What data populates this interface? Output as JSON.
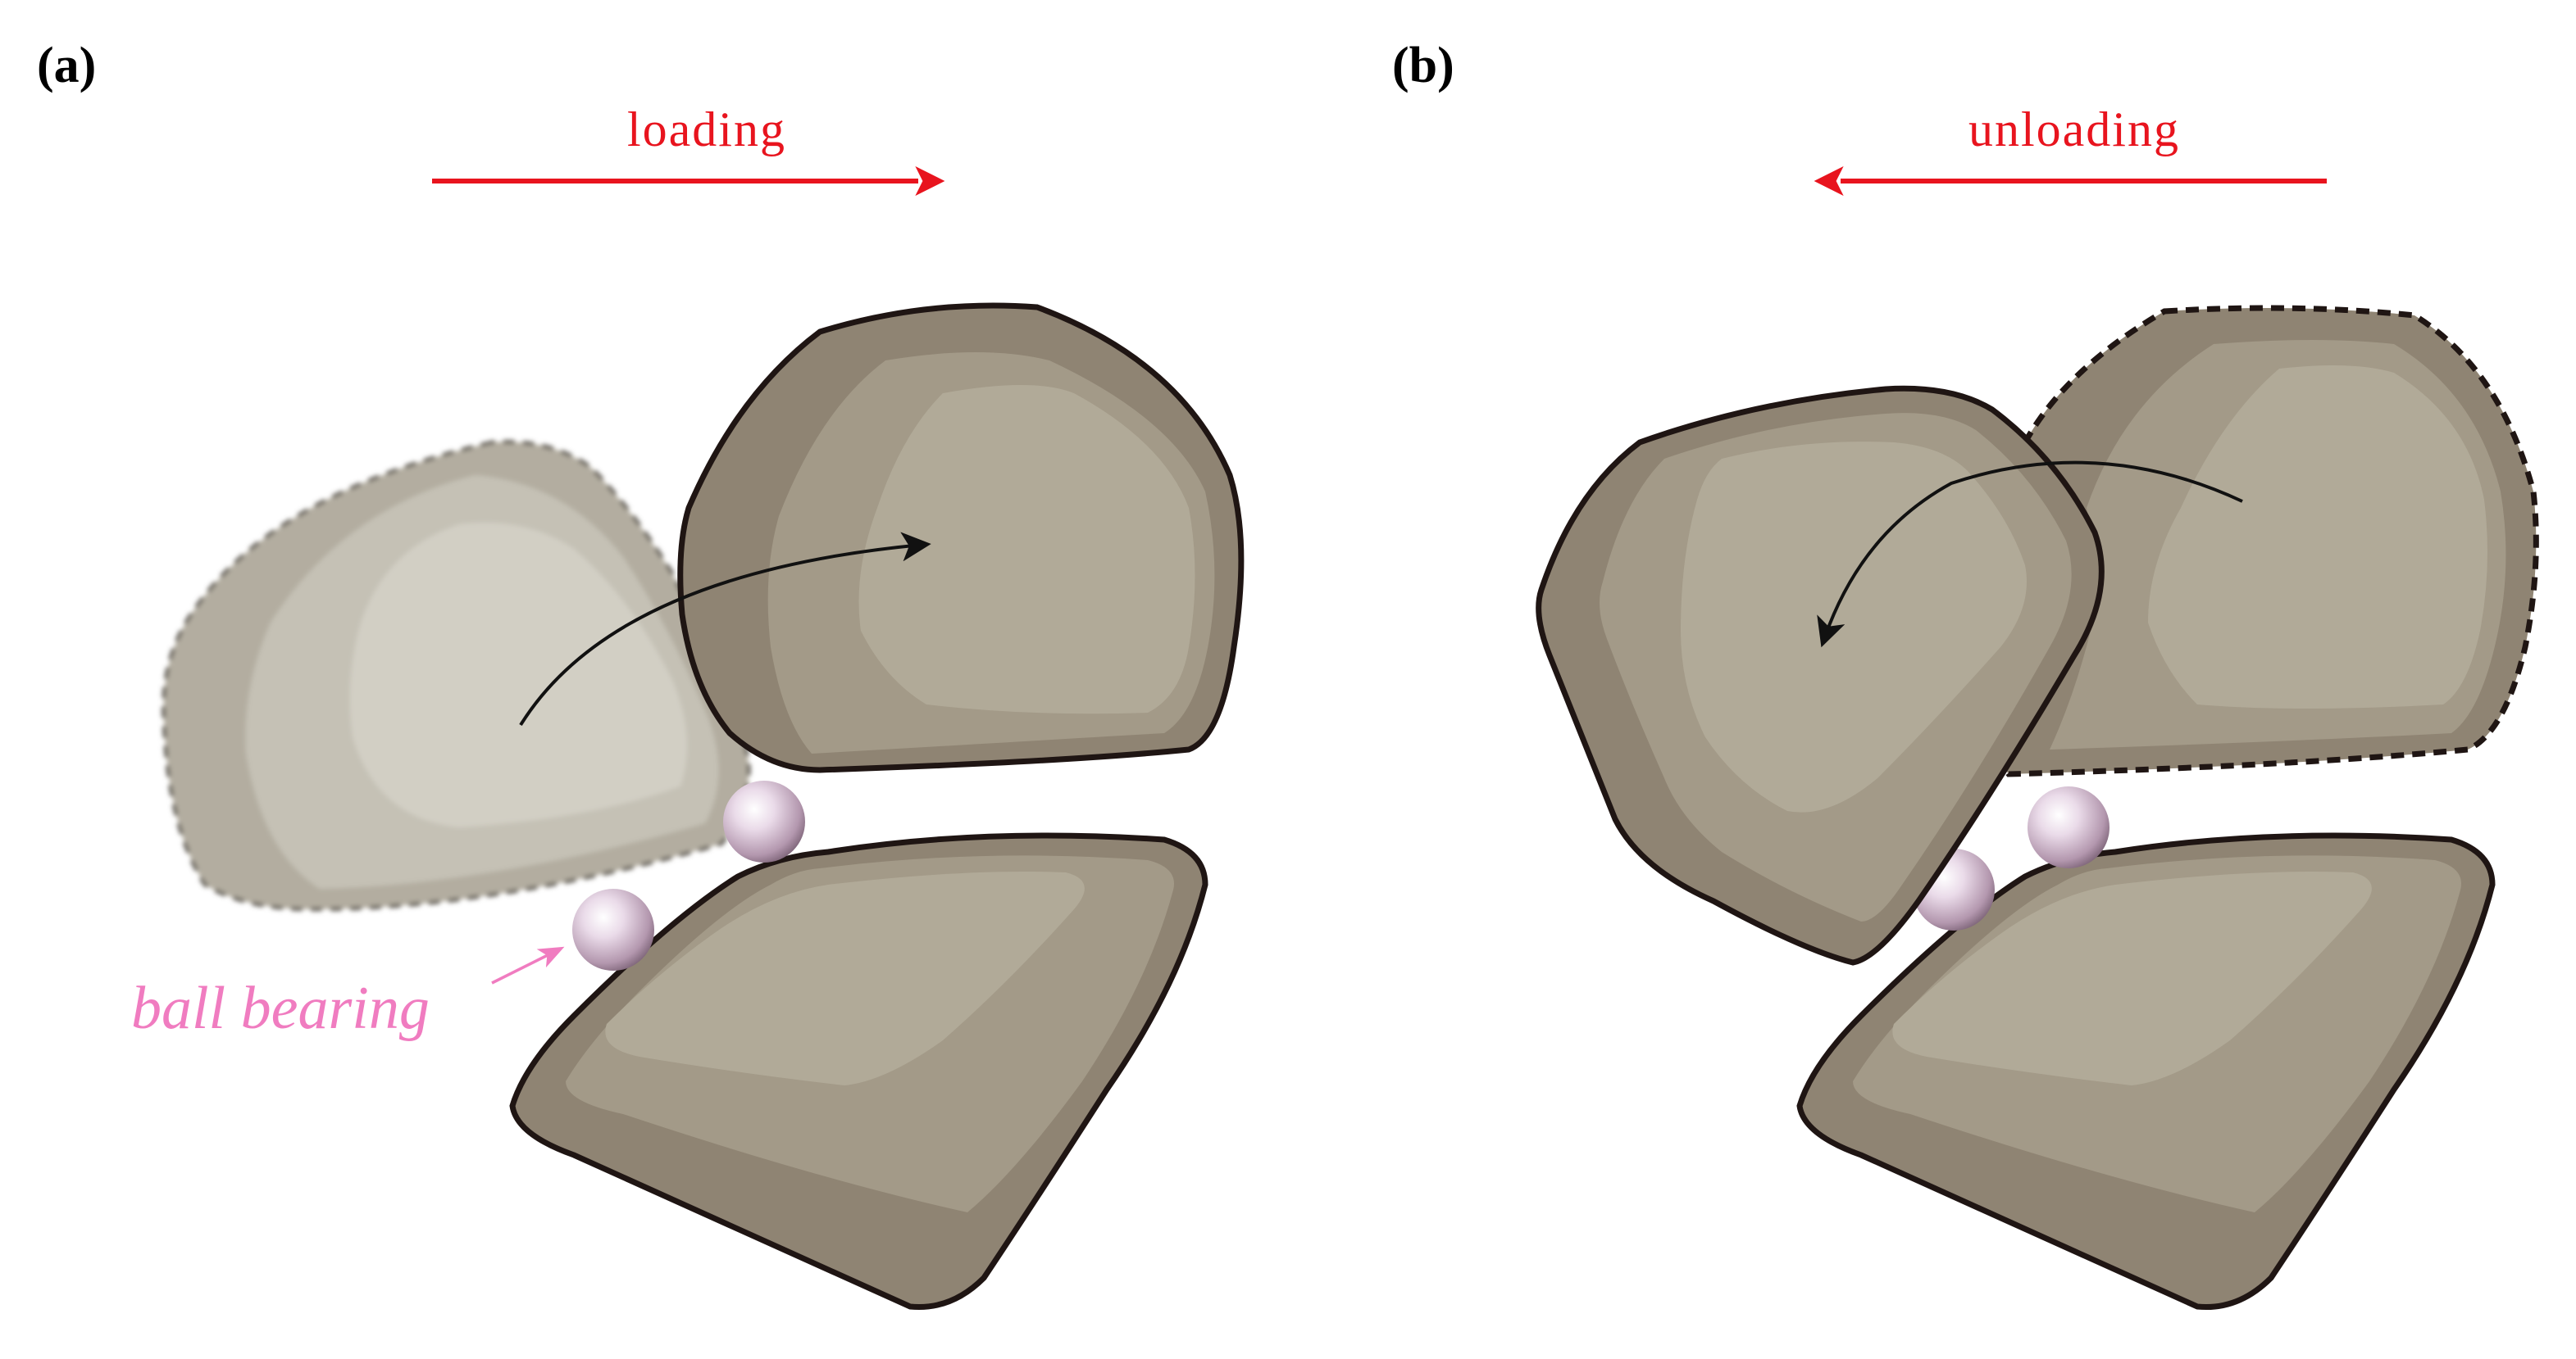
{
  "panels": {
    "a": {
      "label": "(a)",
      "direction_label": "loading",
      "annotation": "ball bearing"
    },
    "b": {
      "label": "(b)",
      "direction_label": "unloading"
    }
  },
  "colors": {
    "direction_arrow": "#e8141e",
    "annotation": "#f07cc0",
    "grain_outline": "#1f1513",
    "grain_dark": "#8f8473",
    "grain_mid": "#a39a88",
    "grain_light": "#b1aa98",
    "ghost_dark": "#b3ada0",
    "ghost_mid": "#c5c1b5",
    "ghost_light": "#d2cfc4",
    "ghost_outline": "#6b665e",
    "ball": "#e8d8e6",
    "ball_shadow": "#8d6f88"
  }
}
